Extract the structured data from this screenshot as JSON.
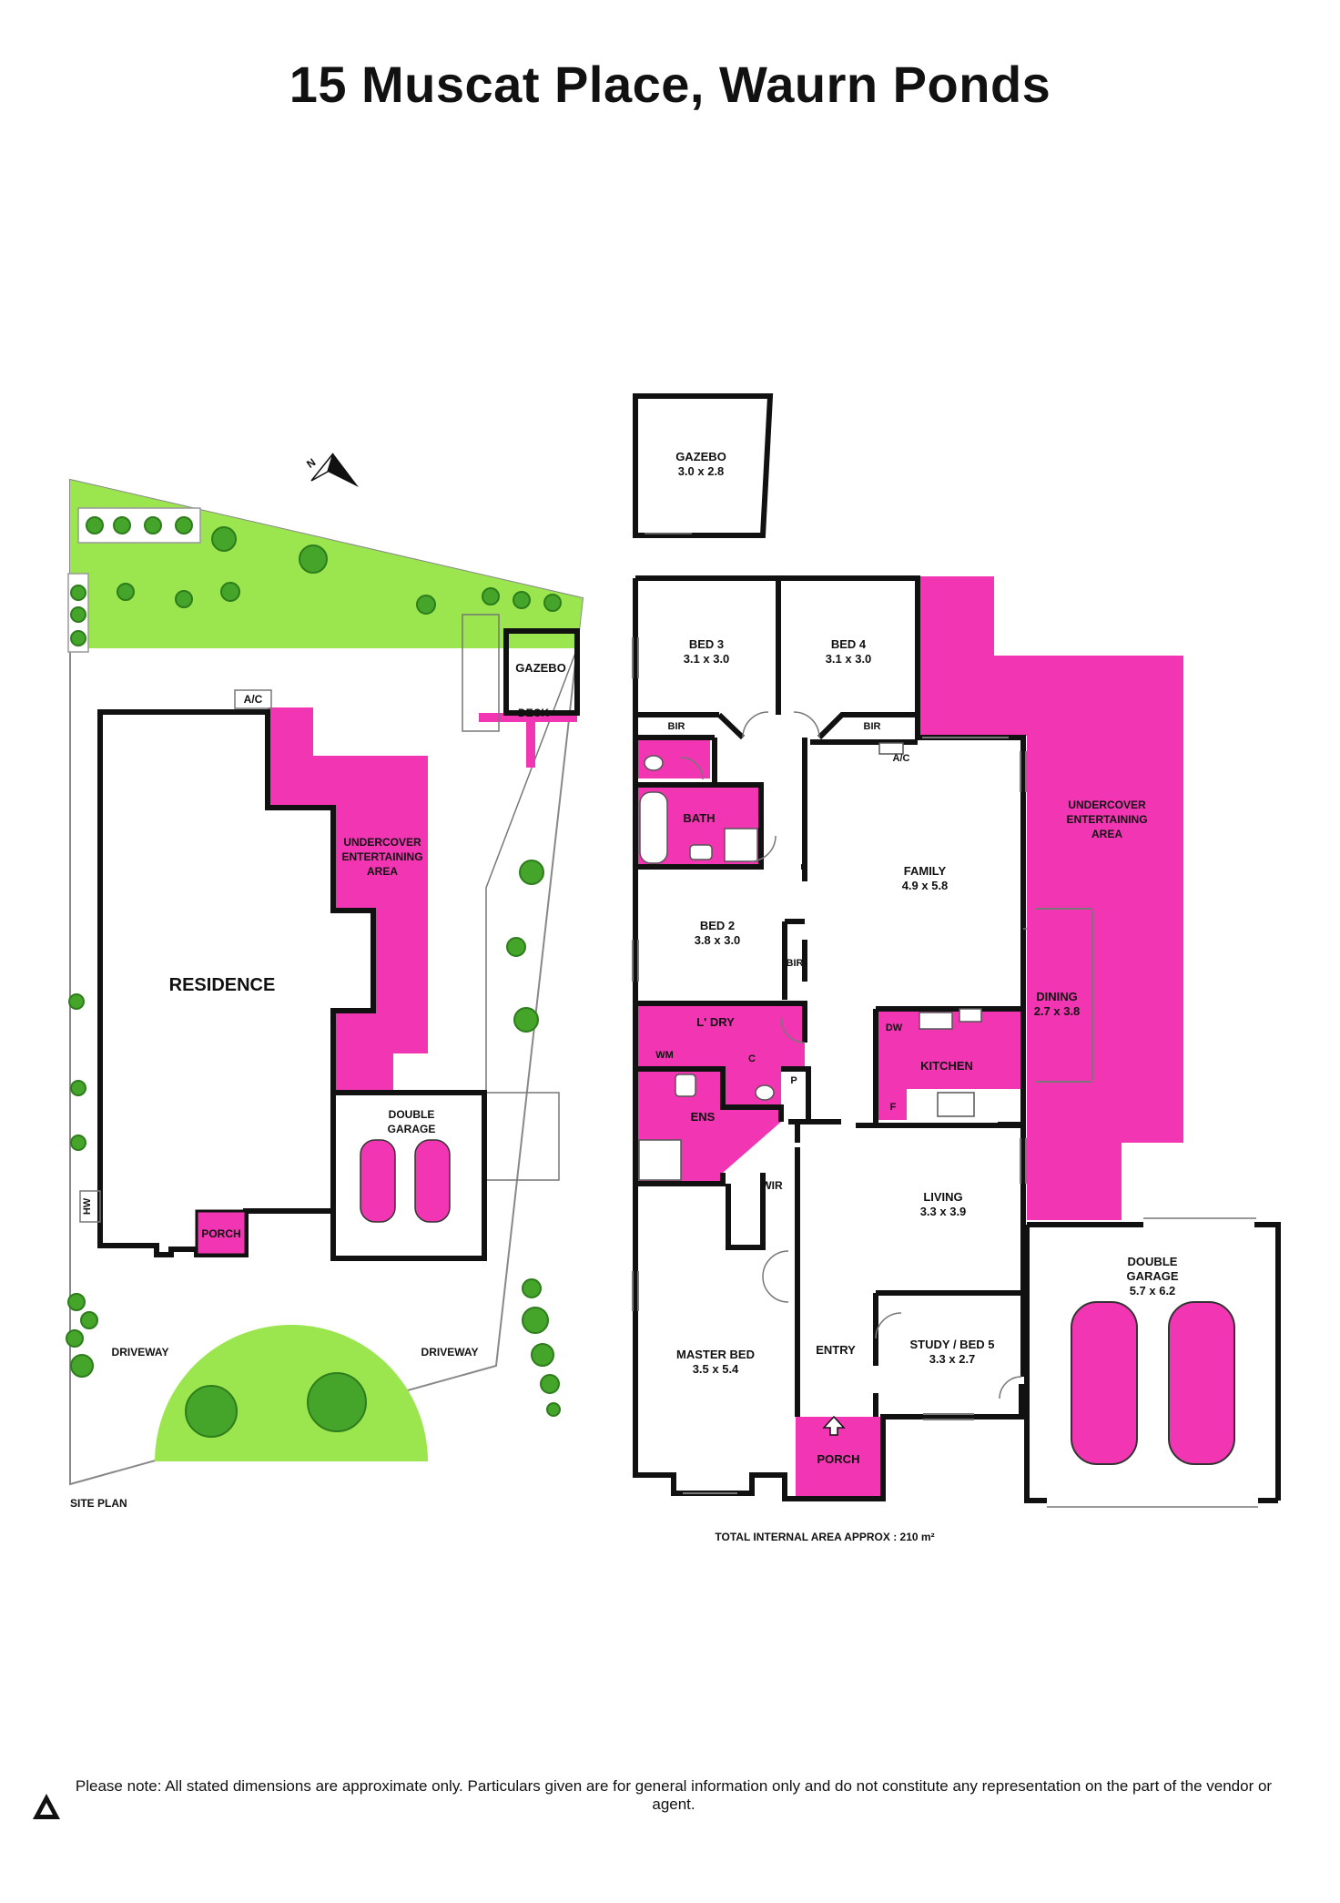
{
  "title": "15 Muscat Place, Waurn Ponds",
  "disclaimer": "Please note: All stated dimensions are approximate only. Particulars given are for general information only and do not constitute any representation on the part of the vendor or agent.",
  "site_plan": {
    "label": "SITE PLAN",
    "north_label": "N",
    "residence": "RESIDENCE",
    "gazebo": "GAZEBO",
    "deck": "DECK",
    "ac": "A/C",
    "undercover": [
      "UNDERCOVER",
      "ENTERTAINING",
      "AREA"
    ],
    "garage": [
      "DOUBLE",
      "GARAGE"
    ],
    "porch": "PORCH",
    "hw": "HW",
    "driveway_left": "DRIVEWAY",
    "driveway_right": "DRIVEWAY"
  },
  "floor_plan": {
    "total_area": "TOTAL INTERNAL AREA APPROX : 210 m²",
    "gazebo": {
      "name": "GAZEBO",
      "size": "3.0 x 2.8"
    },
    "bed3": {
      "name": "BED 3",
      "size": "3.1 x 3.0"
    },
    "bed4": {
      "name": "BED 4",
      "size": "3.1 x 3.0"
    },
    "bir": "BIR",
    "ac": "A/C",
    "bath": "BATH",
    "family": {
      "name": "FAMILY",
      "size": "4.9 x 5.8"
    },
    "undercover": [
      "UNDERCOVER",
      "ENTERTAINING",
      "AREA"
    ],
    "bed2": {
      "name": "BED 2",
      "size": "3.8 x 3.0"
    },
    "dining": {
      "name": "DINING",
      "size": "2.7 x 3.8"
    },
    "laundry": "L' DRY",
    "wm": "WM",
    "c": "C",
    "p": "P",
    "dw": "DW",
    "kitchen": "KITCHEN",
    "f": "F",
    "ens": "ENS",
    "wir": "WIR",
    "living": {
      "name": "LIVING",
      "size": "3.3 x 3.9"
    },
    "garage": {
      "name1": "DOUBLE",
      "name2": "GARAGE",
      "size": "5.7 x 6.2"
    },
    "master": {
      "name": "MASTER BED",
      "size": "3.5 x 5.4"
    },
    "entry": "ENTRY",
    "study": {
      "name": "STUDY / BED 5",
      "size": "3.3 x 2.7"
    },
    "porch": "PORCH"
  },
  "colors": {
    "accent": "#f236b3",
    "lawn": "#9be64f",
    "tree": "#44a52a",
    "wall": "#111111"
  }
}
